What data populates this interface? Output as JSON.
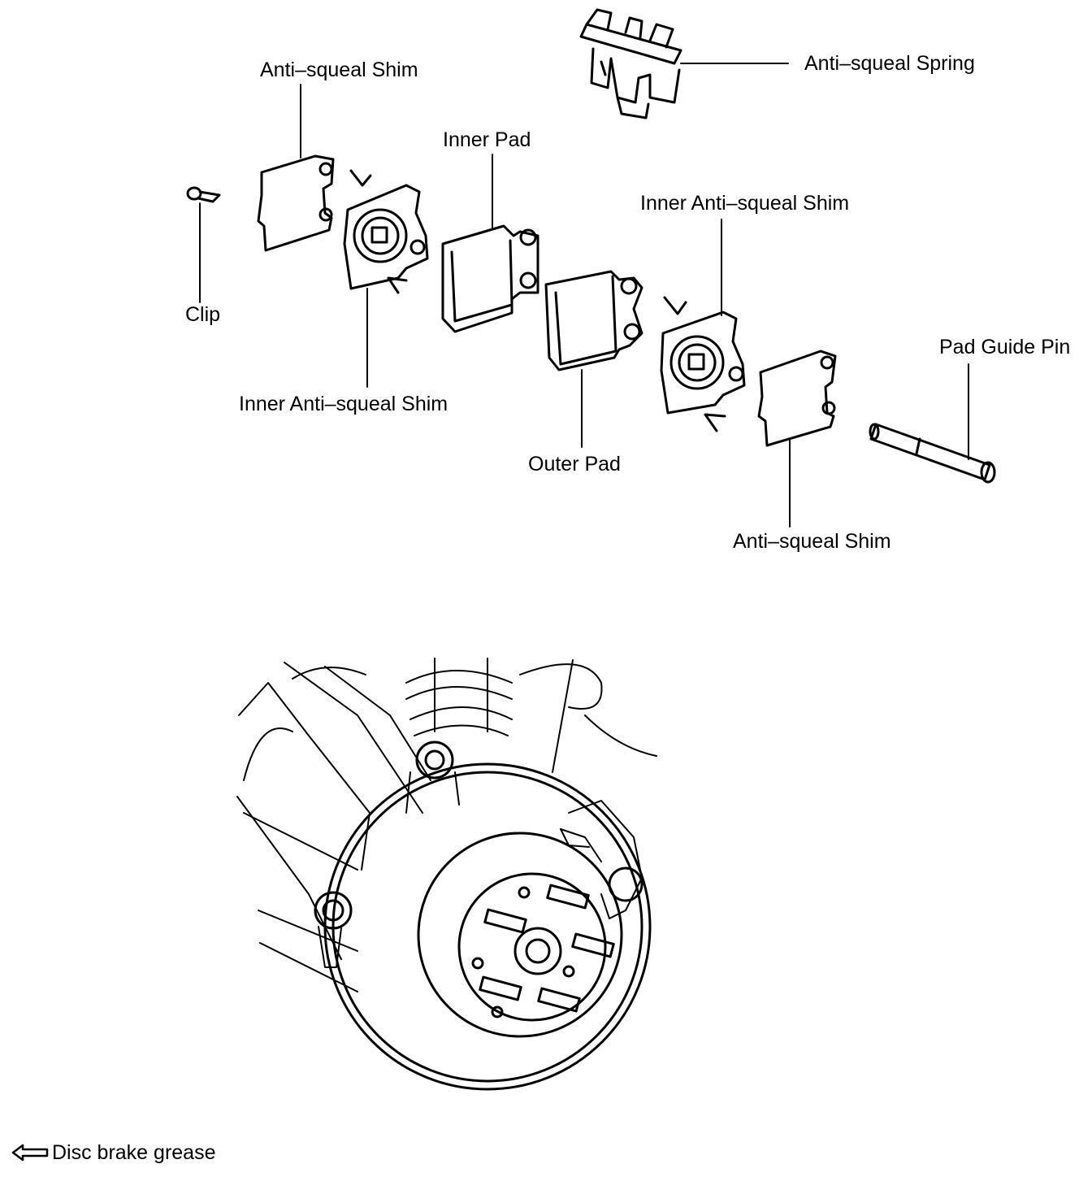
{
  "labels": {
    "anti_squeal_spring": "Anti–squeal Spring",
    "anti_squeal_shim_left": "Anti–squeal Shim",
    "inner_pad": "Inner Pad",
    "clip": "Clip",
    "inner_anti_squeal_shim_left": "Inner Anti–squeal Shim",
    "inner_anti_squeal_shim_right": "Inner Anti–squeal Shim",
    "outer_pad": "Outer Pad",
    "pad_guide_pin": "Pad Guide Pin",
    "anti_squeal_shim_right": "Anti–squeal Shim"
  },
  "legend": {
    "icon": "hollow-left-arrow-icon",
    "text": "Disc brake grease"
  }
}
